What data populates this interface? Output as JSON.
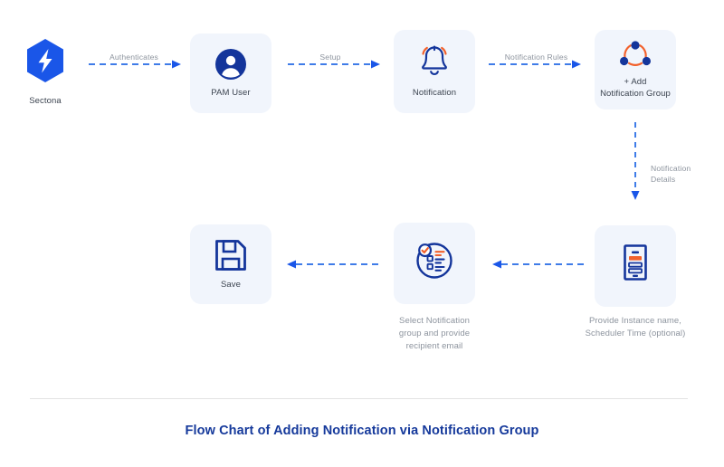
{
  "diagram": {
    "title": "Flow Chart of Adding Notification via Notification Group",
    "colors": {
      "brand_blue": "#1a56e8",
      "deep_blue": "#1b3a9c",
      "icon_navy": "#14359b",
      "accent_orange": "#f2612c",
      "card_bg": "#f1f5fc",
      "label_gray": "#8d949e",
      "node_text": "#3c4450",
      "divider": "#e3e3e3",
      "title_blue": "#15399b"
    },
    "nodes": [
      {
        "id": "sectona",
        "label": "Sectona",
        "icon": "sectona-hexagon-bolt-icon",
        "style": "plain"
      },
      {
        "id": "pam-user",
        "label": "PAM User",
        "icon": "user-avatar-icon",
        "style": "card"
      },
      {
        "id": "notification",
        "label": "Notification",
        "icon": "notification-bell-icon",
        "style": "card"
      },
      {
        "id": "add-notification-group",
        "label": "+ Add\nNotification Group",
        "icon": "notification-group-icon",
        "style": "card"
      },
      {
        "id": "provide-instance",
        "label": "",
        "caption": "Provide Instance name,\nScheduler Time (optional)",
        "icon": "instance-form-icon",
        "style": "card"
      },
      {
        "id": "select-group",
        "label": "",
        "caption": "Select Notification\ngroup and provide\nrecipient email",
        "icon": "checklist-circle-icon",
        "style": "card"
      },
      {
        "id": "save",
        "label": "Save",
        "icon": "save-floppy-icon",
        "style": "card"
      }
    ],
    "connectors": [
      {
        "id": "sectona-to-pam",
        "label": "Authenticates",
        "direction": "right"
      },
      {
        "id": "pam-to-notification",
        "label": "Setup",
        "direction": "right"
      },
      {
        "id": "notification-to-group",
        "label": "Notification Rules",
        "direction": "right"
      },
      {
        "id": "group-to-instance",
        "label": "Notification\nDetails",
        "direction": "down"
      },
      {
        "id": "instance-to-select",
        "label": "",
        "direction": "left"
      },
      {
        "id": "select-to-save",
        "label": "",
        "direction": "left"
      }
    ]
  }
}
